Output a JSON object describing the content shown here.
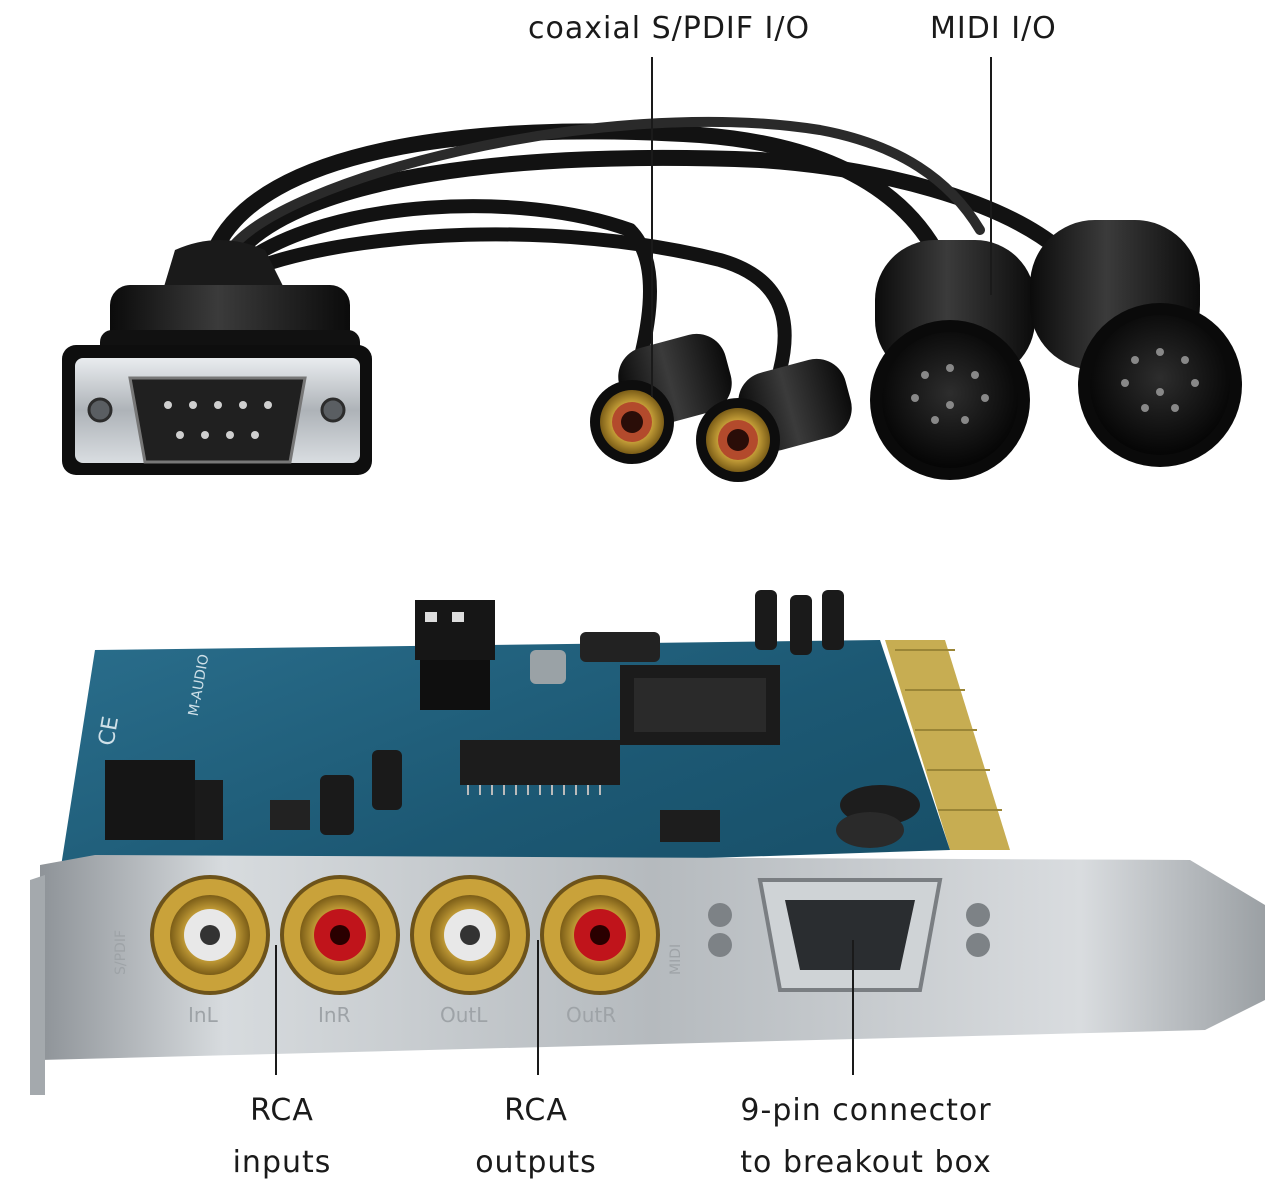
{
  "callouts": {
    "coaxial": "coaxial S/PDIF I/O",
    "midi": "MIDI I/O",
    "rca_inputs": [
      "RCA",
      "inputs"
    ],
    "rca_outputs": [
      "RCA",
      "outputs"
    ],
    "nine_pin": [
      "9-pin connector",
      "to breakout box"
    ]
  },
  "bracket_labels": {
    "in_l": "InL",
    "in_r": "InR",
    "out_l": "OutL",
    "out_r": "OutR",
    "spdif": "S/PDIF",
    "midi": "MIDI"
  },
  "board_text": {
    "brand": "M-AUDIO",
    "ce": "CE"
  },
  "colors": {
    "cable": "#141414",
    "pcb": "#1f5f7a",
    "bracket": "#b9bdc1",
    "gold": "#c9a23a",
    "rca_red": "#c0141b",
    "rca_white": "#e8e8e8",
    "text": "#1a1a1a"
  }
}
